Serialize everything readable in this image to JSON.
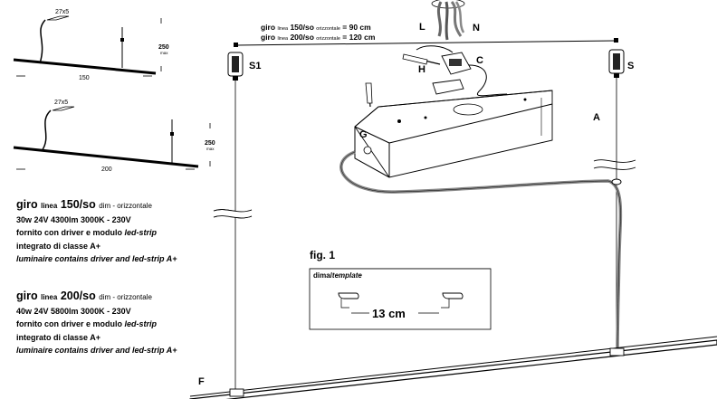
{
  "small_diagram_top": {
    "connector_size": "27x5",
    "length": "150",
    "height": "250",
    "height_note": "max"
  },
  "small_diagram_bottom": {
    "connector_size": "27x5",
    "length": "200",
    "height": "250",
    "height_note": "max"
  },
  "spec_150": {
    "title_brand": "giro",
    "title_linea": "linea",
    "title_model": "150/so",
    "title_suffix": "dim - orizzontale",
    "line1": "30w 24V 4300lm 3000K - 230V",
    "line2_prefix": "fornito con driver e modulo ",
    "line2_italic": "led-strip",
    "line3": "integrato di classe A+",
    "line4": "luminaire contains driver and led-strip A+"
  },
  "spec_200": {
    "title_brand": "giro",
    "title_linea": "linea",
    "title_model": "200/so",
    "title_suffix": "dim - orizzontale",
    "line1": "40w 24V 5800lm 3000K - 230V",
    "line2_prefix": "fornito con driver e modulo ",
    "line2_italic": "led-strip",
    "line3": "integrato di classe A+",
    "line4": "luminaire contains driver and led-strip A+"
  },
  "spacing": {
    "row1_brand": "giro",
    "row1_linea": "linea",
    "row1_model": "150/so",
    "row1_orient": "orizzontale",
    "row1_value": "=   90 cm",
    "row2_brand": "giro",
    "row2_linea": "linea",
    "row2_model": "200/so",
    "row2_orient": "orizzontale",
    "row2_value": "= 120 cm"
  },
  "labels": {
    "L": "L",
    "N": "N",
    "C": "C",
    "H": "H",
    "G": "G",
    "A": "A",
    "S": "S",
    "S1": "S1",
    "F": "F"
  },
  "figure": {
    "caption": "fig. 1",
    "template_label_main": "dima/",
    "template_label_italic": "template",
    "distance": "13 cm"
  }
}
